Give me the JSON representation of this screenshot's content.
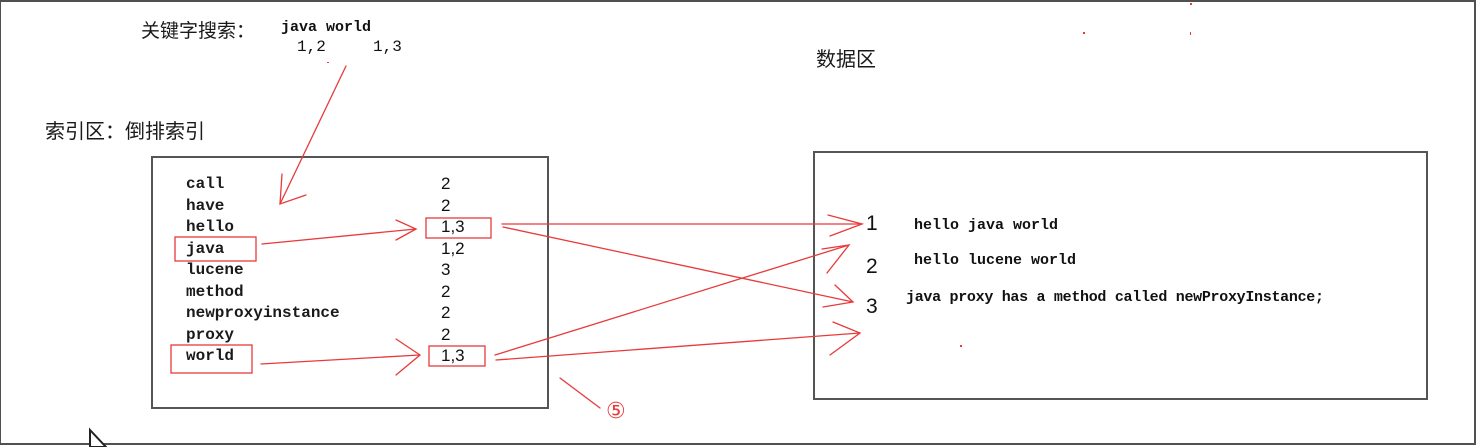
{
  "query": {
    "label": "关键字搜索：",
    "terms": "java world",
    "postings": [
      "1,2",
      "1,3"
    ]
  },
  "index_area": {
    "title": "索引区：倒排索引",
    "rows": [
      {
        "term": "call",
        "postings": "2",
        "highlighted": false
      },
      {
        "term": "have",
        "postings": "2",
        "highlighted": false
      },
      {
        "term": "hello",
        "postings": "1,3",
        "highlighted": false,
        "postings_highlighted": true
      },
      {
        "term": "java",
        "postings": "1,2",
        "highlighted": true,
        "postings_highlighted": false
      },
      {
        "term": "lucene",
        "postings": "3",
        "highlighted": false
      },
      {
        "term": "method",
        "postings": "2",
        "highlighted": false
      },
      {
        "term": "newproxyinstance",
        "postings": "2",
        "highlighted": false
      },
      {
        "term": "proxy",
        "postings": "2",
        "highlighted": false
      },
      {
        "term": "world",
        "postings": "1,3",
        "highlighted": true,
        "postings_highlighted": true
      }
    ]
  },
  "data_area": {
    "title": "数据区",
    "documents": [
      {
        "id": "1",
        "text": "hello java world"
      },
      {
        "id": "2",
        "text": "hello lucene world"
      },
      {
        "id": "3",
        "text": "java proxy has a method called newProxyInstance;"
      }
    ]
  },
  "annotation": {
    "step_marker": "⑤"
  },
  "colors": {
    "annotation_red": "#e83a3a",
    "box_border": "#555555",
    "text": "#111111"
  }
}
